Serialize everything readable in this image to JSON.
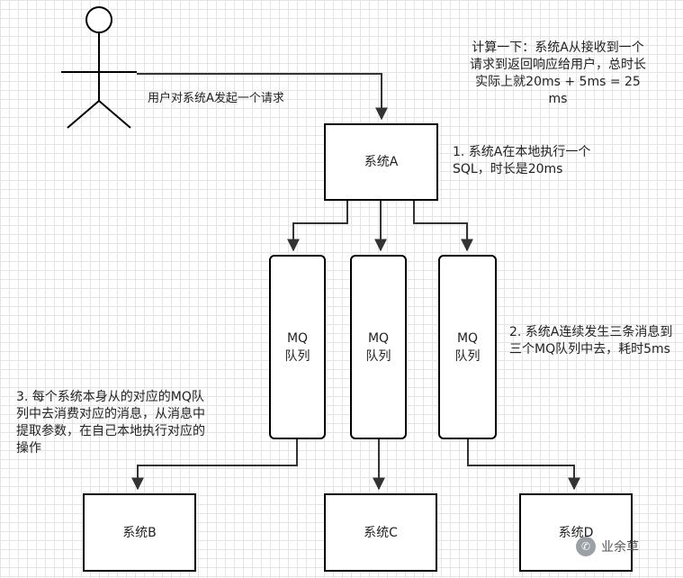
{
  "actor": {
    "request_label": "用户对系统A发起一个请求"
  },
  "notes": {
    "total_time": "计算一下：系统A从接收到一个请求到返回响应给用户，总时长实际上就20ms + 5ms = 25 ms",
    "step1": "1. 系统A在本地执行一个SQL，时长是20ms",
    "step2": "2. 系统A连续发生三条消息到三个MQ队列中去，耗时5ms",
    "step3": "3. 每个系统本身从的对应的MQ队列中去消费对应的消息，从消息中提取参数，在自己本地执行对应的操作"
  },
  "boxes": {
    "system_a": "系统A",
    "mq_1": {
      "line1": "MQ",
      "line2": "队列"
    },
    "mq_2": {
      "line1": "MQ",
      "line2": "队列"
    },
    "mq_3": {
      "line1": "MQ",
      "line2": "队列"
    },
    "system_b": "系统B",
    "system_c": "系统C",
    "system_d": "系统D"
  },
  "watermark": {
    "text": "业余草",
    "icon": "wechat-icon"
  },
  "colors": {
    "stroke": "#000000",
    "grid": "#e4e4e4"
  }
}
